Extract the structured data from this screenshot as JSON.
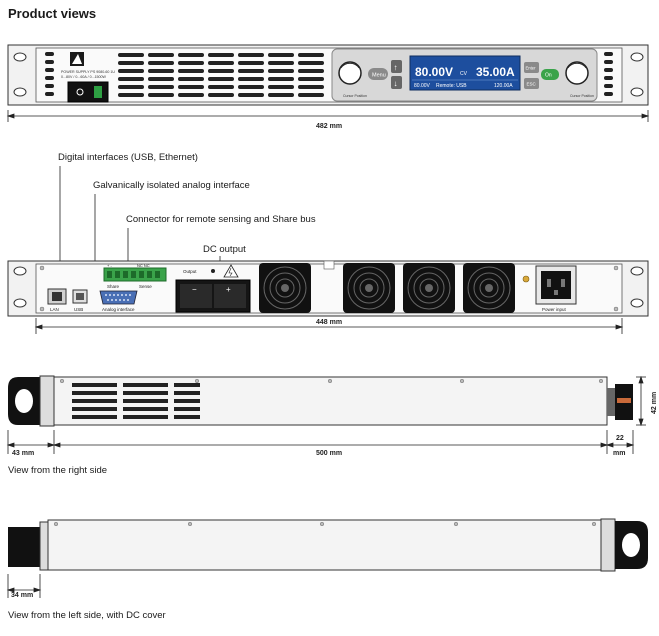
{
  "page_title": "Product views",
  "front_view": {
    "model_line1": "POWER SUPPLY PS 9080-60 1U",
    "model_line2": "0...80V / 0...60A / 0...1500W",
    "menu_label": "Menu",
    "arrow_up": "↑",
    "arrow_down": "↓",
    "voltage_main": "80.00V",
    "mode_icon": "CV",
    "current_main": "35.00A",
    "voltage_sub": "80.00V",
    "remote_label": "Remote: USB",
    "current_sub": "120.00A",
    "enter_label": "Enter",
    "on_label": "On",
    "esc_label": "ESC",
    "knob_left_caption": "Cursor Position",
    "knob_right_caption": "Cursor Position",
    "width_dim": "482 mm"
  },
  "rear_view": {
    "callouts": {
      "digital": "Digital interfaces (USB, Ethernet)",
      "analog": "Galvanically isolated analog interface",
      "sense": "Connector for remote sensing and Share bus",
      "dc": "DC output"
    },
    "lan_label": "LAN",
    "usb_label": "USB",
    "analog_label": "Analog interface",
    "share_label": "Share",
    "sense_label": "Sense",
    "nc_label": "NC NC",
    "terminal_marks": "+ -",
    "output_label": "Output",
    "power_input_label": "Power input",
    "plus_symbol": "+",
    "minus_symbol": "−",
    "width_dim": "448 mm"
  },
  "right_side_view": {
    "dim_left": "43 mm",
    "dim_main": "500 mm",
    "dim_right_top": "22",
    "dim_right_bottom": "mm",
    "dim_height": "42 mm",
    "caption": "View from the right side"
  },
  "left_side_view": {
    "dim_left": "34 mm",
    "caption": "View from the left side, with DC cover"
  }
}
